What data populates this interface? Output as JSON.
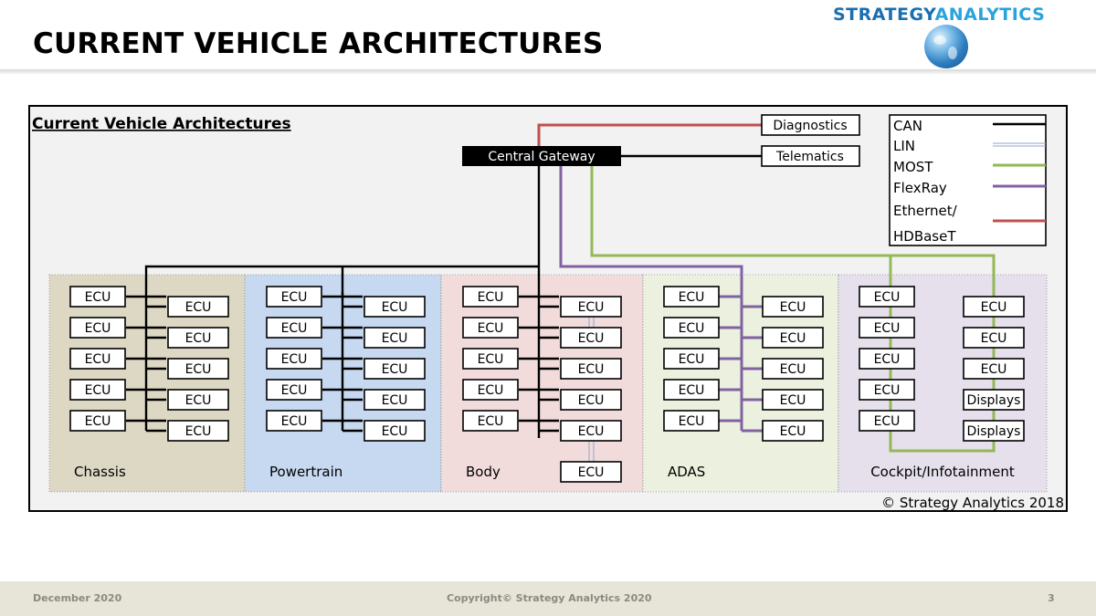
{
  "slide": {
    "title": "CURRENT VEHICLE ARCHITECTURES",
    "brand_part1": "STRATEGY",
    "brand_part2": "ANALYTICS"
  },
  "diagram": {
    "title": "Current Vehicle Architectures",
    "gateway": "Central Gateway",
    "diagnostics": "Diagnostics",
    "telematics": "Telematics",
    "copyright": "© Strategy Analytics 2018",
    "legend": {
      "can": "CAN",
      "lin": "LIN",
      "most": "MOST",
      "flexray": "FlexRay",
      "ethernet": "Ethernet/",
      "hdbaset": "HDBaseT"
    },
    "ecu_label": "ECU",
    "displays_label": "Displays",
    "domains": {
      "chassis": "Chassis",
      "powertrain": "Powertrain",
      "body": "Body",
      "adas": "ADAS",
      "cockpit": "Cockpit/Infotainment"
    },
    "colors": {
      "can": "#000000",
      "lin": "#8fa6c8",
      "most": "#92b955",
      "flexray": "#8062a3",
      "ethernet": "#c0504d",
      "chassis_bg": "#ddd8c4",
      "powertrain_bg": "#c6d9f0",
      "body_bg": "#f2dcdb",
      "adas_bg": "#ebf1de",
      "cockpit_bg": "#e5e0ec"
    }
  },
  "footer": {
    "date": "December 2020",
    "copyright": "Copyright© Strategy Analytics 2020",
    "page": "3"
  }
}
